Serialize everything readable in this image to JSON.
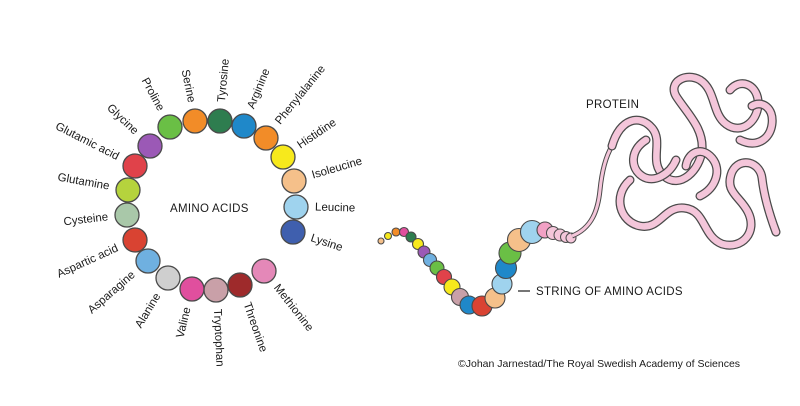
{
  "ring_title": "AMINO ACIDS",
  "protein_label": "PROTEIN",
  "string_label": "STRING OF AMINO ACIDS",
  "credit": "©Johan Jarnestad/The Royal Swedish Academy of Sciences",
  "amino_acids": [
    {
      "name": "Glycine",
      "color": "#9b59b6"
    },
    {
      "name": "Proline",
      "color": "#6abf45"
    },
    {
      "name": "Serine",
      "color": "#f28c28"
    },
    {
      "name": "Tyrosine",
      "color": "#2e7d4f"
    },
    {
      "name": "Arginine",
      "color": "#1f88c9"
    },
    {
      "name": "Phenylalanine",
      "color": "#f28c28"
    },
    {
      "name": "Histidine",
      "color": "#f7e91c"
    },
    {
      "name": "Isoleucine",
      "color": "#f5c08a"
    },
    {
      "name": "Leucine",
      "color": "#9fd3ee"
    },
    {
      "name": "Lysine",
      "color": "#3f5fae"
    },
    {
      "name": "Methionine",
      "color": "#e488b8"
    },
    {
      "name": "Threonine",
      "color": "#9e2a2b"
    },
    {
      "name": "Tryptophan",
      "color": "#c9a0a8"
    },
    {
      "name": "Valine",
      "color": "#e04f9e"
    },
    {
      "name": "Alanine",
      "color": "#cfcfcf"
    },
    {
      "name": "Asparagine",
      "color": "#6fb0e0"
    },
    {
      "name": "Aspartic acid",
      "color": "#d94332"
    },
    {
      "name": "Cysteine",
      "color": "#a9c8a9"
    },
    {
      "name": "Glutamine",
      "color": "#b5d33d"
    },
    {
      "name": "Glutamic acid",
      "color": "#e0424a"
    }
  ],
  "chain_colors": [
    "#f5c08a",
    "#f7e91c",
    "#f28c28",
    "#e04f9e",
    "#2e7d4f",
    "#f7e91c",
    "#9b59b6",
    "#6fb0e0",
    "#6abf45",
    "#e0424a",
    "#f7e91c",
    "#c9a0a8",
    "#1f88c9",
    "#d94332",
    "#f5c08a",
    "#9fd3ee",
    "#1f88c9",
    "#6abf45",
    "#f5c08a",
    "#9fd3ee",
    "#f2a1c5",
    "#d94332",
    "#f7e91c",
    "#f5c08a",
    "#9b59b6"
  ],
  "outline_color": "#4a4a4a",
  "ribbon_color": "#f4c6da"
}
